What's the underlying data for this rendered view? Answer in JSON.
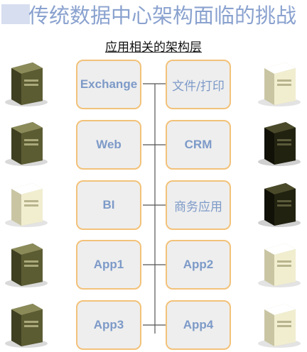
{
  "title": "传统数据中心架构面临的挑战",
  "subtitle": "应用相关的架构层",
  "left_nodes": [
    "Exchange",
    "Web",
    "BI",
    "App1",
    "App3"
  ],
  "right_nodes": [
    "文件/打印",
    "CRM",
    "商务应用",
    "App2",
    "App4"
  ],
  "colors": {
    "title": "#8aa2cf",
    "node_border": "#f2c27a",
    "node_fill": "#eeeeee",
    "node_text": "#7d9ac8",
    "server_light": "#f1eed0",
    "server_olive": "#5c5c33",
    "server_dark": "#222211"
  },
  "servers": {
    "left": [
      "olive-server-icon",
      "olive-server-icon",
      "light-server-icon",
      "olive-server-icon",
      "olive-server-icon"
    ],
    "right": [
      "light-server-icon",
      "dark-server-icon",
      "dark-server-icon",
      "light-server-icon",
      "light-server-icon"
    ]
  }
}
